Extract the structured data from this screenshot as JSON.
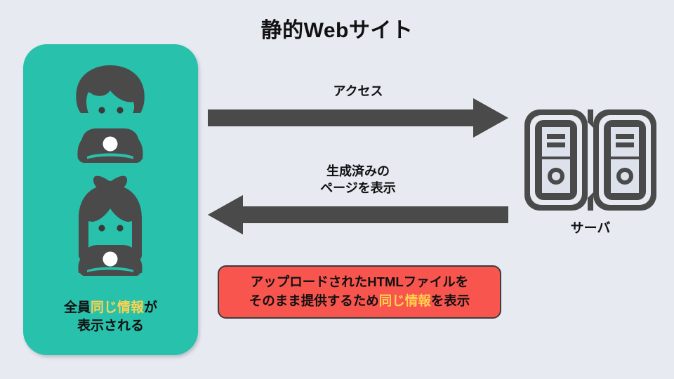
{
  "page": {
    "title": "静的Webサイト",
    "background_color": "#E8EAF2"
  },
  "colors": {
    "panel_green": "#28C1AB",
    "icon_dark": "#4A4A4A",
    "callout_red": "#F9554F",
    "highlight_yellow": "#FFD24D",
    "text_dark": "#111111"
  },
  "client_panel": {
    "name": "client-group",
    "figures": [
      {
        "icon": "person-male-icon",
        "label": ""
      },
      {
        "icon": "person-female-icon",
        "label": ""
      }
    ],
    "caption": {
      "line1_prefix": "全員",
      "line1_highlight": "同じ情報",
      "line1_suffix": "が",
      "line2": "表示される"
    }
  },
  "arrows": [
    {
      "name": "arrow-access",
      "direction": "right",
      "label": "アクセス",
      "label_line2": ""
    },
    {
      "name": "arrow-response",
      "direction": "left",
      "label": "生成済みの",
      "label_line2": "ページを表示"
    }
  ],
  "server": {
    "icon": "server-towers-icon",
    "caption": "サーバ"
  },
  "callout": {
    "line1": "アップロードされたHTMLファイルを",
    "line2_prefix": "そのまま提供するため",
    "line2_highlight": "同じ情報",
    "line2_suffix": "を表示"
  }
}
